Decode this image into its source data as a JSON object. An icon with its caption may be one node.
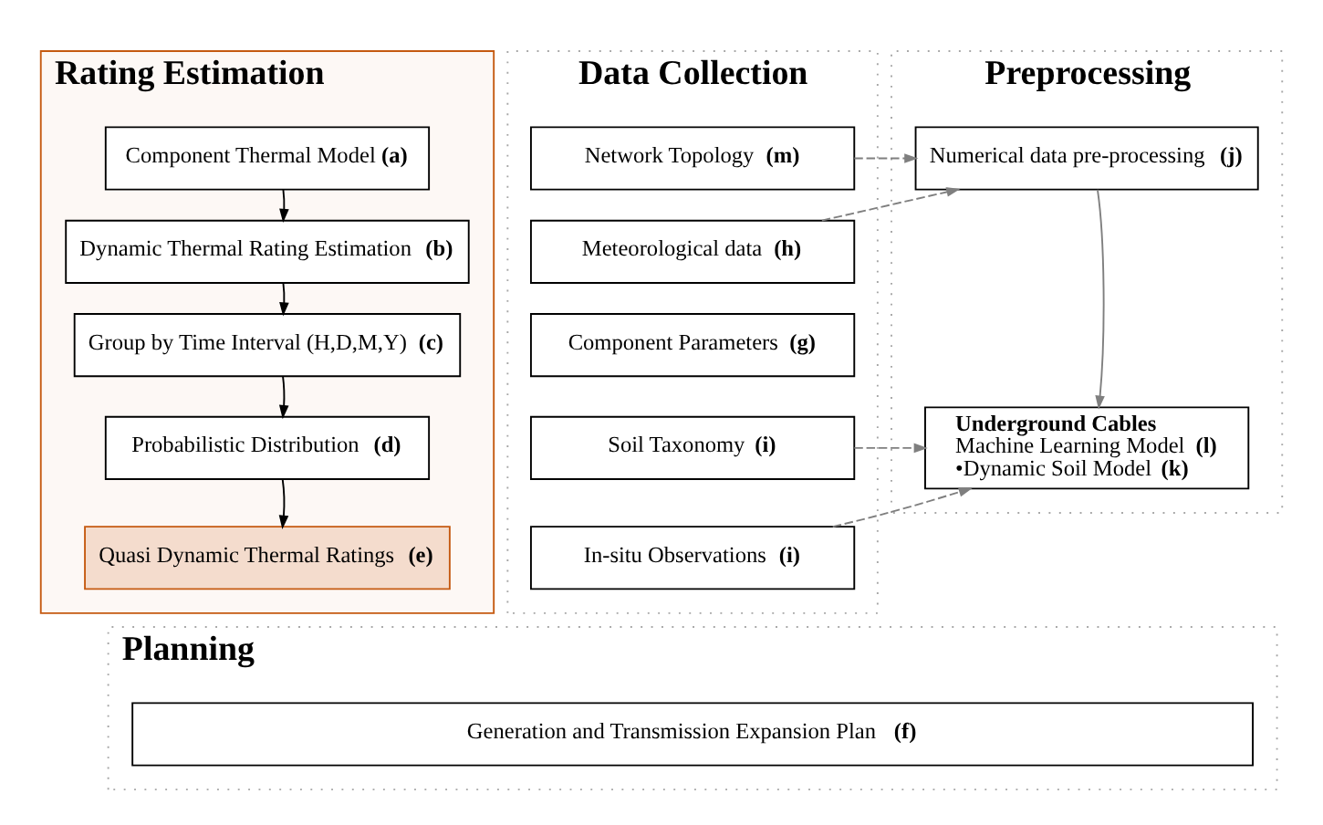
{
  "diagram": {
    "nodes": [
      {
        "text": [
          "Rating Estimation"
        ]
      },
      {
        "text": [
          "Component Thermal Model**(a)**"
        ],
        "in": 0
      },
      {
        "text": [
          "Dynamic Thermal Rating Estimation **(b)**"
        ],
        "in": 0
      },
      {
        "text": [
          "Group by Time Interval (H,D,M,Y) **(c)**"
        ],
        "in": 0
      },
      {
        "text": [
          "Probabilistic Distribution **(d)**"
        ],
        "in": 0
      },
      {
        "text": [
          "Quasi Dynamic Thermal Ratings **(e)**"
        ],
        "in": 0
      },
      {
        "text": [
          "Preprocessing"
        ]
      },
      {
        "text": [
          "Numerical data pre-processing **(j)**"
        ],
        "in": 6
      },
      {
        "text": [
          "Underground Cables",
          "Machine Learning Model **(l)**",
          "•Dynamic Soil Model **(k)**"
        ],
        "in": 6
      },
      {
        "text": [
          "Data Collection"
        ]
      },
      {
        "text": [
          "Network Topology **(m)**"
        ],
        "in": 9
      },
      {
        "text": [
          "Meteorological data **(h)**"
        ],
        "in": 9
      },
      {
        "text": [
          "Component Parameters **(g)**"
        ],
        "in": 9
      },
      {
        "text": [
          "Soil Taxonomy **(i)**"
        ],
        "in": 9
      },
      {
        "text": [
          "In-situ Observations **(i)**"
        ],
        "in": 9
      },
      {
        "text": [
          "Planning"
        ]
      },
      {
        "text": [
          "Generation and Transmission Expansion Plan **(f)**"
        ],
        "in": 15
      }
    ],
    "edges": [
      {
        "from": 1,
        "to": 2,
        "arrow": "to",
        "color": "#000000"
      },
      {
        "from": 2,
        "to": 3,
        "arrow": "to",
        "color": "#000000"
      },
      {
        "from": 3,
        "to": 4,
        "arrow": "to",
        "color": "#000000"
      },
      {
        "from": 4,
        "to": 5,
        "arrow": "to",
        "color": "#000000"
      },
      {
        "from": 7,
        "to": 8,
        "arrow": "to"
      },
      {
        "from": 10,
        "to": 7,
        "arrow": "to",
        "style": "dashed"
      },
      {
        "from": 11,
        "to": 7,
        "arrow": "to",
        "style": "dashed"
      },
      {
        "from": 13,
        "to": 8,
        "arrow": "to",
        "style": "dashed"
      },
      {
        "from": 14,
        "to": 8,
        "arrow": "to",
        "style": "dashed"
      }
    ]
  }
}
